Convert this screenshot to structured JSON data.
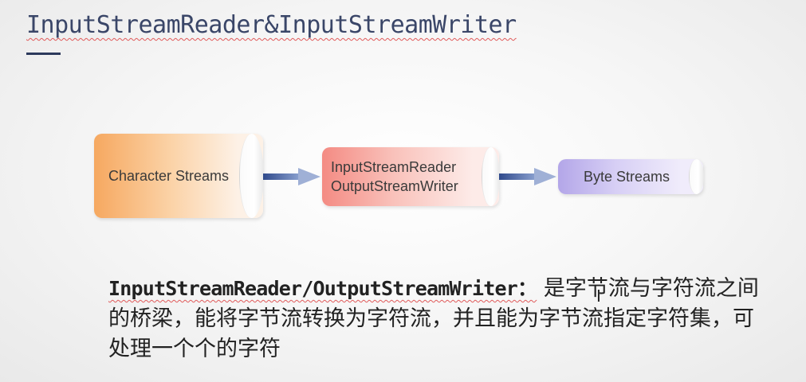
{
  "slide": {
    "title": "InputStreamReader&InputStreamWriter"
  },
  "diagram": {
    "nodes": [
      {
        "label": "Character Streams",
        "color": "#f6a860"
      },
      {
        "line1": "InputStreamReader",
        "line2": "OutputStreamWriter",
        "color": "#f48b83"
      },
      {
        "label": "Byte Streams",
        "color": "#b3a6e8"
      }
    ],
    "arrow_color": "#3f5a9a"
  },
  "description": {
    "term": "InputStreamReader/OutputStreamWriter：",
    "text": "是字节流与字符流之间的桥梁，能将字节流转换为字符流，并且能为字节流指定字符集，可处理一个个的字符"
  }
}
